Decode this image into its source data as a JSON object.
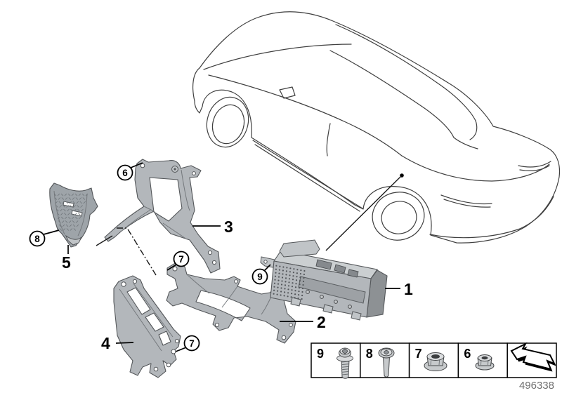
{
  "page": {
    "background": "#ffffff",
    "doc_number": "496338"
  },
  "diagram": {
    "name": "Amplifier and mounting brackets parts diagram",
    "vehicle_art": "coupe rear three-quarter line drawing",
    "part_labels": [
      {
        "key": "p1",
        "label": "1",
        "part": "amplifier-unit"
      },
      {
        "key": "p2",
        "label": "2",
        "part": "lower-bracket"
      },
      {
        "key": "p3",
        "label": "3",
        "part": "upper-bracket"
      },
      {
        "key": "p4",
        "label": "4",
        "part": "ladder-bracket"
      },
      {
        "key": "p5",
        "label": "5",
        "part": "perforated-cover"
      }
    ],
    "callouts": [
      {
        "key": "c6",
        "label": "6"
      },
      {
        "key": "c7a",
        "label": "7"
      },
      {
        "key": "c7b",
        "label": "7"
      },
      {
        "key": "c8",
        "label": "8"
      },
      {
        "key": "c9",
        "label": "9"
      }
    ],
    "legend": {
      "items": [
        {
          "label": "9",
          "icon": "torx-flange-screw-icon"
        },
        {
          "label": "8",
          "icon": "torx-pan-screw-icon"
        },
        {
          "label": "7",
          "icon": "flange-nut-icon"
        },
        {
          "label": "6",
          "icon": "flange-nut-small-icon"
        }
      ],
      "arrow_icon": "direction-of-travel-arrow-icon"
    },
    "colors": {
      "line_art": "#3f3f3f",
      "part_fill": "#b3b7bb",
      "part_stroke": "#54575a",
      "doc_number_color": "#6f6f6f"
    }
  }
}
